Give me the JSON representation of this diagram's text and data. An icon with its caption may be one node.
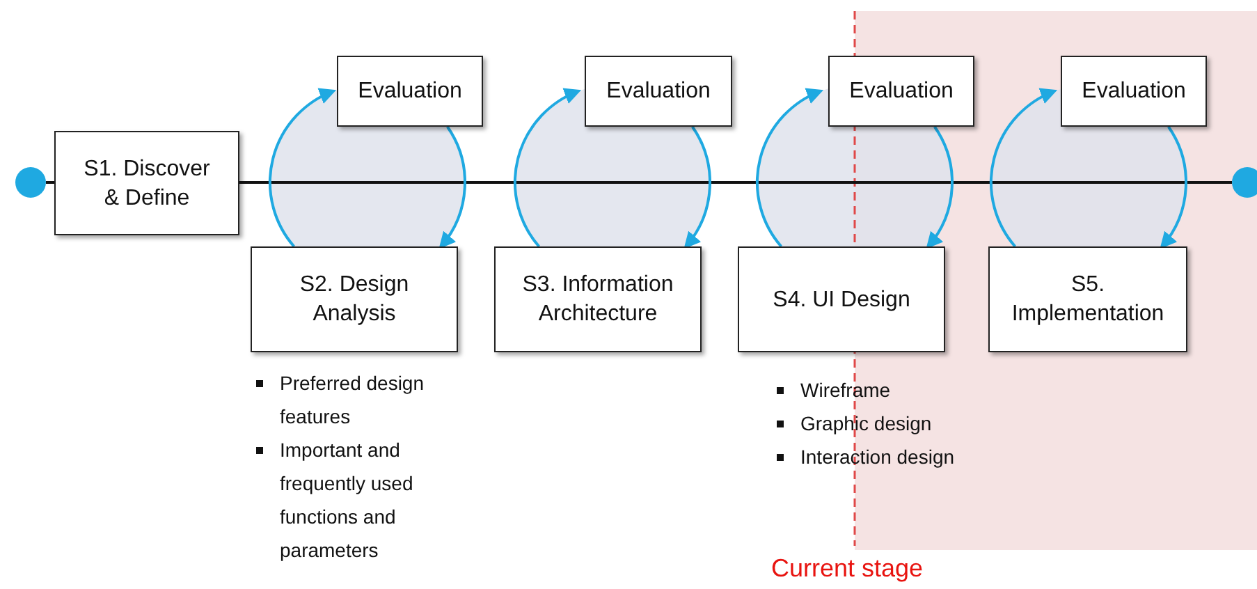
{
  "diagram": {
    "nodes": [
      {
        "text": [],
        "shape": "circle"
      },
      {
        "text": [
          "S1. Discover & Define"
        ]
      },
      {
        "text": [
          "Evaluation"
        ]
      },
      {
        "text": [
          "S2. Design Analysis"
        ],
        "beside": [
          "Preferred design features",
          "Important and frequently used functions and parameters"
        ]
      },
      {
        "text": [
          "Evaluation"
        ]
      },
      {
        "text": [
          "S3. Information Architecture"
        ]
      },
      {
        "text": [
          "Evaluation"
        ]
      },
      {
        "text": [
          "S4. UI Design"
        ],
        "beside": [
          "Wireframe",
          "Graphic design",
          "Interaction design"
        ]
      },
      {
        "text": [
          "Evaluation"
        ]
      },
      {
        "text": [
          "S5. Implementation"
        ]
      },
      {
        "text": [],
        "shape": "circle"
      }
    ],
    "edges": [
      {
        "from": 0,
        "to": 1,
        "arrow": "none",
        "color": "#111111"
      },
      {
        "from": 1,
        "to": 10,
        "arrow": "none",
        "color": "#111111"
      },
      {
        "from": 3,
        "to": 2,
        "arrow": "to",
        "color": "#1fa9e1"
      },
      {
        "from": 2,
        "to": 3,
        "arrow": "to",
        "color": "#1fa9e1"
      },
      {
        "from": 5,
        "to": 4,
        "arrow": "to",
        "color": "#1fa9e1"
      },
      {
        "from": 4,
        "to": 5,
        "arrow": "to",
        "color": "#1fa9e1"
      },
      {
        "from": 7,
        "to": 6,
        "arrow": "to",
        "color": "#1fa9e1"
      },
      {
        "from": 6,
        "to": 7,
        "arrow": "to",
        "color": "#1fa9e1"
      },
      {
        "from": 9,
        "to": 8,
        "arrow": "to",
        "color": "#1fa9e1"
      },
      {
        "from": 8,
        "to": 9,
        "arrow": "to",
        "color": "#1fa9e1"
      }
    ],
    "labels": [
      "Current stage"
    ]
  }
}
